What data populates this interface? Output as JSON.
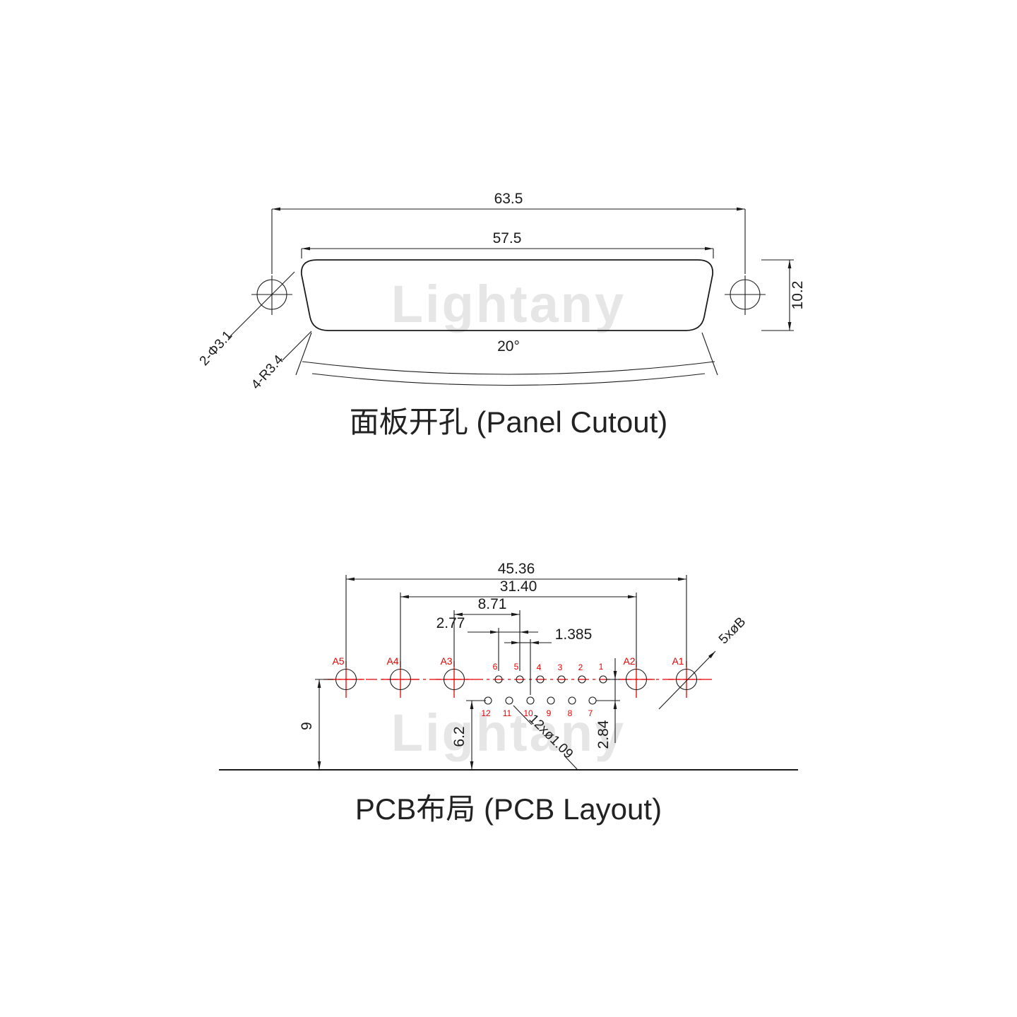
{
  "watermark": "Lightany",
  "panel_cutout": {
    "title": "面板开孔 (Panel Cutout)",
    "dims": {
      "outer_width": "63.5",
      "inner_width": "57.5",
      "height": "10.2",
      "angle": "20°",
      "mount_holes": "2-Φ3.1",
      "corner_radius": "4-R3.4"
    }
  },
  "pcb_layout": {
    "title": "PCB布局 (PCB Layout)",
    "dims": {
      "outer_span": "45.36",
      "inner_span": "31.40",
      "a3_to_pin": "8.71",
      "pin_pitch": "2.77",
      "row_offset": "1.385",
      "pad_height": "9",
      "pin_height": "6.2",
      "row_gap": "2.84",
      "small_holes": "12xø1.09",
      "big_holes": "5xøB"
    },
    "pads": [
      "A5",
      "A4",
      "A3",
      "A2",
      "A1"
    ],
    "pins_top": [
      "6",
      "5",
      "4",
      "3",
      "2",
      "1"
    ],
    "pins_bottom": [
      "12",
      "11",
      "10",
      "9",
      "8",
      "7"
    ]
  },
  "colors": {
    "line": "#1a1a1a",
    "accent_red": "#e60000",
    "watermark": "#e6e6e6"
  }
}
